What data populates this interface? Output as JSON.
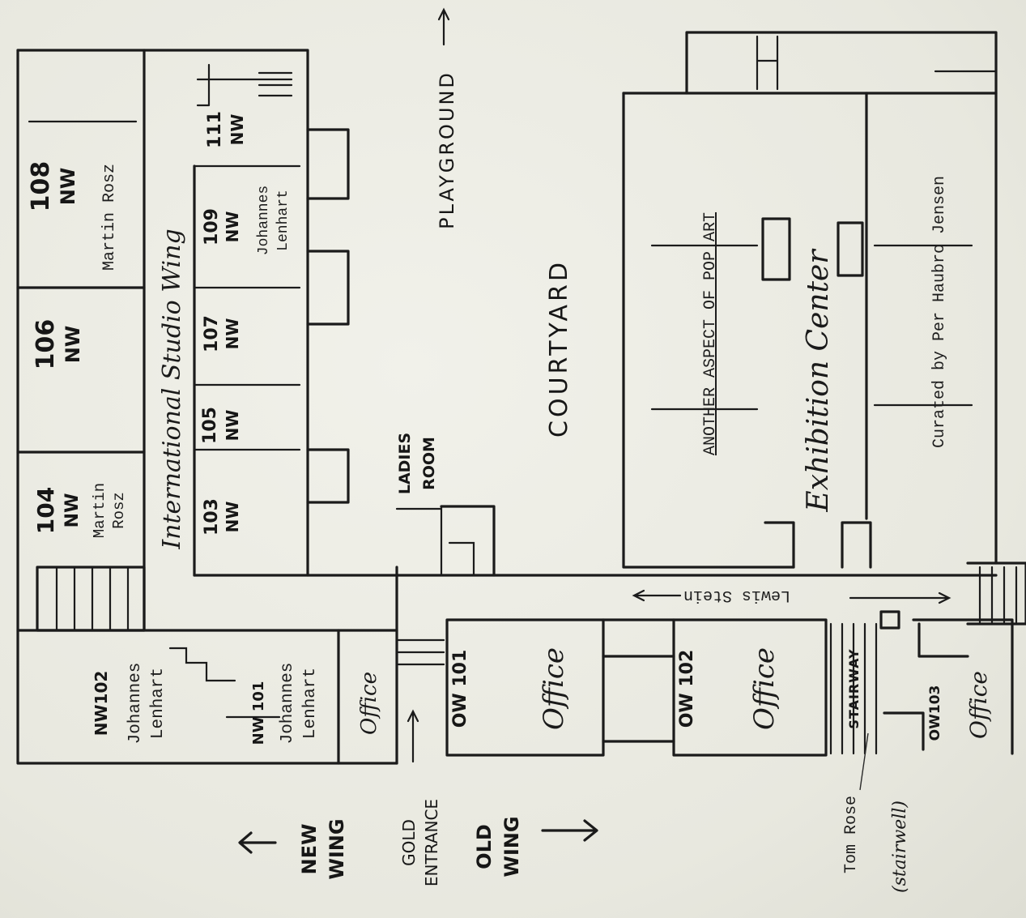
{
  "rooms": {
    "nw108": {
      "number": "108",
      "wing": "NW",
      "artist": "Martin Rosz"
    },
    "nw106": {
      "number": "106",
      "wing": "NW"
    },
    "nw104": {
      "number": "104",
      "wing": "NW",
      "artist_line1": "Martin",
      "artist_line2": "Rosz"
    },
    "nw111": {
      "number": "111",
      "wing": "NW"
    },
    "nw109": {
      "number": "109",
      "wing": "NW"
    },
    "nw107": {
      "number": "107",
      "wing": "NW"
    },
    "nw105": {
      "number": "105",
      "wing": "NW"
    },
    "nw103": {
      "number": "103",
      "wing": "NW"
    },
    "nw109_artist": {
      "line1": "Johannes",
      "line2": "Lenhart"
    },
    "nw102": {
      "label": "NW102",
      "artist_line1": "Johannes",
      "artist_line2": "Lenhart"
    },
    "nw101": {
      "label": "NW 101",
      "artist_line1": "Johannes",
      "artist_line2": "Lenhart"
    },
    "office_nw": {
      "label": "Office"
    },
    "ow101": {
      "label": "OW 101",
      "sub": "Office"
    },
    "ow102": {
      "label": "OW 102",
      "sub": "Office"
    },
    "ow103": {
      "label": "OW103",
      "sub": "Office"
    }
  },
  "labels": {
    "studio_wing": "International Studio Wing",
    "ladies_room_1": "LADIES",
    "ladies_room_2": "ROOM",
    "courtyard": "COURTYARD",
    "playground": "PLAYGROUND",
    "exhibition_center": "Exhibition Center",
    "pop_art": "ANOTHER ASPECT OF POP ART",
    "curated": "Curated by Per Haubro Jensen",
    "lewis_stein": "Lewis Stein",
    "stairway": "STAIRWAY",
    "tom_rose": "Tom Rose",
    "stairwell": "(stairwell)",
    "new_wing_1": "NEW",
    "new_wing_2": "WING",
    "gold_1": "GOLD",
    "gold_2": "ENTRANCE",
    "old_wing_1": "OLD",
    "old_wing_2": "WING"
  }
}
